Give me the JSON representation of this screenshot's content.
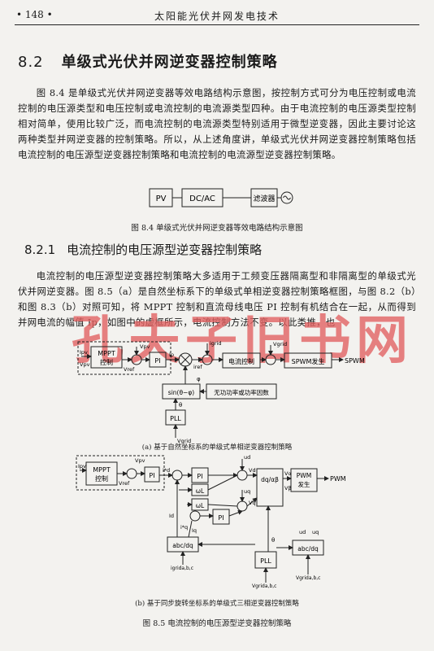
{
  "header": {
    "page_number": "• 148 •",
    "book_title": "太阳能光伏并网发电技术"
  },
  "section": {
    "number": "8.2",
    "title": "单级式光伏并网逆变器控制策略"
  },
  "paragraph1": "图 8.4 是单级式光伏并网逆变器等效电路结构示意图，按控制方式可分为电压控制或电流控制的电压源类型和电压控制或电流控制的电流源类型四种。由于电流控制的电压源类型控制相对简单，使用比较广泛，而电流控制的电流源类型特别适用于微型逆变器，因此主要讨论这两种类型并网逆变器的控制策略。所以，从上述角度讲，单级式光伏并网逆变器控制策略包括电流控制的电压源型逆变器控制策略和电流控制的电流源型逆变器控制策略。",
  "fig84": {
    "blocks": [
      "PV",
      "DC/AC",
      "滤波器"
    ],
    "caption": "图 8.4    单级式光伏并网逆变器等效电路结构示意图"
  },
  "subsection": {
    "number": "8.2.1",
    "title": "电流控制的电压源型逆变器控制策略"
  },
  "paragraph2": "电流控制的电压源型逆变器控制策略大多适用于工频变压器隔离型和非隔离型的单级式光伏并网逆变器。图 8.5（a）是自然坐标系下的单级式单相逆变器控制策略框图，与图 8.2（b）和图 8.3（b）对照可知，将 MPPT 控制和直流母线电压 PI 控制有机结合在一起，从而得到并网电流的幅值 Ip，如图中的虚框所示，电流控制方法不变。以此类推，也",
  "watermark": "孔夫子旧书网",
  "fig85a": {
    "mppt1": "MPPT",
    "mppt2": "控制",
    "pi": "PI",
    "cc": "电流控制",
    "spwm": "SPWM发生",
    "spwm_out": "SPWM",
    "sin": "sin(θ−φ)",
    "reactive": "无功功率或功率因数",
    "pll": "PLL",
    "ipv": "Ipv",
    "vpv": "Vpv",
    "vpv2": "Vpv",
    "vref": "Vref",
    "ip": "Ip",
    "iref": "iref",
    "igrid": "igrid",
    "vgrid": "Vgrid",
    "phi": "φ",
    "theta": "θ",
    "vgrid2": "Vgrid",
    "caption": "(a) 基于自然坐标系的单级式单相逆变器控制策略"
  },
  "fig85b": {
    "mppt1": "MPPT",
    "mppt2": "控制",
    "pi1": "PI",
    "pi2": "PI",
    "pi3": "PI",
    "wl1": "ωL",
    "wl2": "ωL",
    "transform": "dq/αβ",
    "pwm1": "PWM",
    "pwm2": "发生",
    "pwm_out": "PWM",
    "abc1": "abc/dq",
    "abc2": "abc/dq",
    "pll": "PLL",
    "ipv": "Ipv",
    "vpv": "Vpv",
    "vref": "Vref",
    "id_star": "i*d",
    "iq_star": "i*q",
    "id": "Id",
    "iq": "Iq",
    "ud": "ud",
    "uq": "uq",
    "vd": "Vd",
    "vq": "Vq",
    "va": "Vα",
    "vb": "Vβ",
    "theta": "θ",
    "ud2": "ud",
    "uq2": "uq",
    "igrid": "igrida,b,c",
    "vgrid": "Vgrida,b,c",
    "vgrid2": "Vgrida,b,c",
    "caption": "(b) 基于同步旋转坐标系的单级式三相逆变器控制策略"
  },
  "fig85_caption": "图 8.5    电流控制的电压源型逆变器控制策略"
}
